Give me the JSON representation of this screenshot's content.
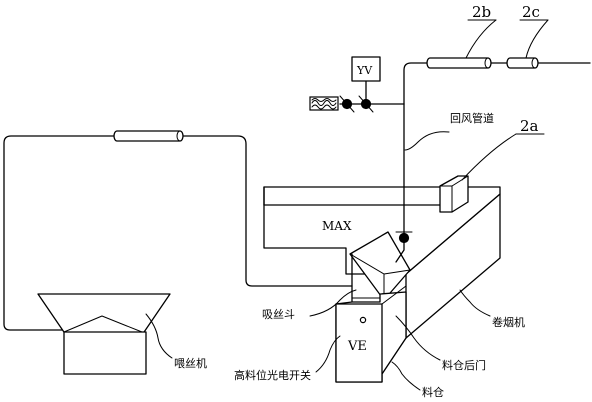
{
  "labels": {
    "ref_2a": "2a",
    "ref_2b": "2b",
    "ref_2c": "2c",
    "yv": "YV",
    "return_air_duct": "回风管道",
    "max": "MAX",
    "ve": "VE",
    "suction_hopper": "吸丝斗",
    "cigarette_maker": "卷烟机",
    "feeder": "喂丝机",
    "high_level_photoelectric_switch": "高料位光电开关",
    "bin_rear_door": "料仓后门",
    "bin": "料仓"
  }
}
